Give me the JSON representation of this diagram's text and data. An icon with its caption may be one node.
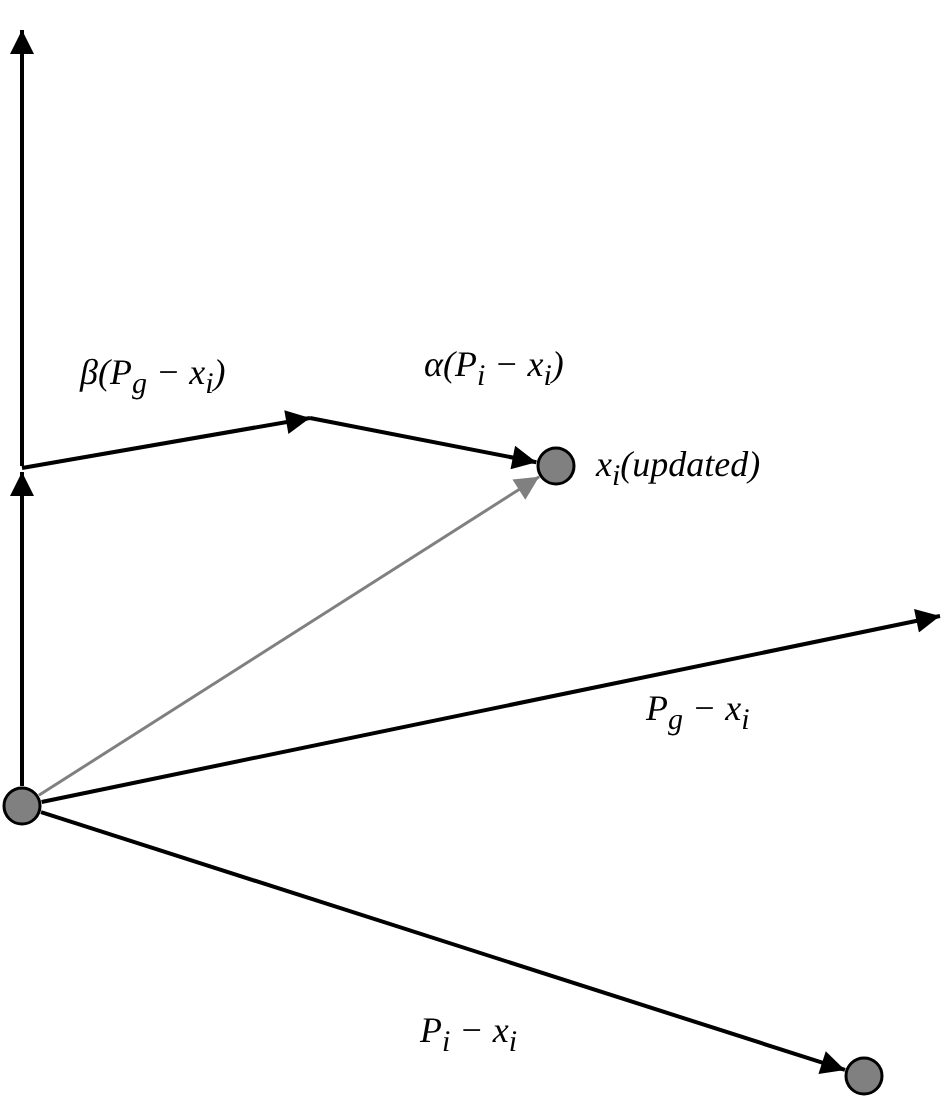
{
  "diagram": {
    "nodes": [
      {
        "text": [],
        "shape": "circle"
      },
      {
        "text": [],
        "shape": "circle",
        "beside": [
          "x$_{i}$(updated)"
        ]
      },
      {
        "text": [],
        "shape": "circle"
      }
    ],
    "edges": [
      {
        "from": 0,
        "to": null,
        "arrow": "to"
      },
      {
        "from": null,
        "to": 1,
        "arrow": "to"
      },
      {
        "from": 0,
        "to": 1,
        "arrow": "to",
        "color": "#808080"
      },
      {
        "from": 0,
        "to": null,
        "arrow": "to"
      },
      {
        "from": 0,
        "to": 2,
        "arrow": "to"
      }
    ],
    "labels": [
      "β(P$_{g}$ − x$_{i}$)",
      "α(P$_{i}$ − x$_{i}$)",
      "P$_{g}$ − x$_{i}$",
      "P$_{i}$ − x$_{i}$"
    ]
  }
}
